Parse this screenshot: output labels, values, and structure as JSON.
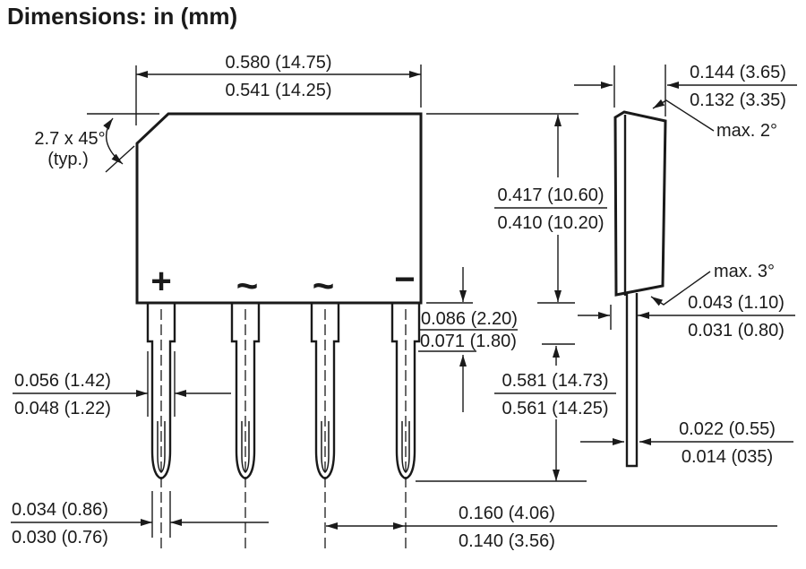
{
  "title": "Dimensions: in (mm)",
  "colors": {
    "ink": "#1a1a1a",
    "background": "#ffffff"
  },
  "front_view": {
    "polarity": {
      "plus": "+",
      "ac1": "~",
      "ac2": "~",
      "minus": "−"
    },
    "dims": {
      "width_max": "0.580 (14.75)",
      "width_min": "0.541 (14.25)",
      "chamfer": "2.7 x 45°",
      "chamfer_typ": "(typ.)",
      "height_max": "0.417 (10.60)",
      "height_min": "0.410 (10.20)",
      "shoulder_max": "0.086 (2.20)",
      "shoulder_min": "0.071 (1.80)",
      "lead_width_max": "0.056 (1.42)",
      "lead_width_min": "0.048 (1.22)",
      "lead_length_max": "0.581 (14.73)",
      "lead_length_min": "0.561 (14.25)",
      "lead_tip_max": "0.034 (0.86)",
      "lead_tip_min": "0.030 (0.76)",
      "pitch_max": "0.160 (4.06)",
      "pitch_min": "0.140 (3.56)"
    }
  },
  "side_view": {
    "dims": {
      "depth_max": "0.144 (3.65)",
      "depth_min": "0.132 (3.35)",
      "top_taper": "max. 2°",
      "bottom_taper": "max. 3°",
      "lead_offset_max": "0.043 (1.10)",
      "lead_offset_min": "0.031 (0.80)",
      "lead_thickness_max": "0.022 (0.55)",
      "lead_thickness_min": "0.014 (035)"
    }
  }
}
